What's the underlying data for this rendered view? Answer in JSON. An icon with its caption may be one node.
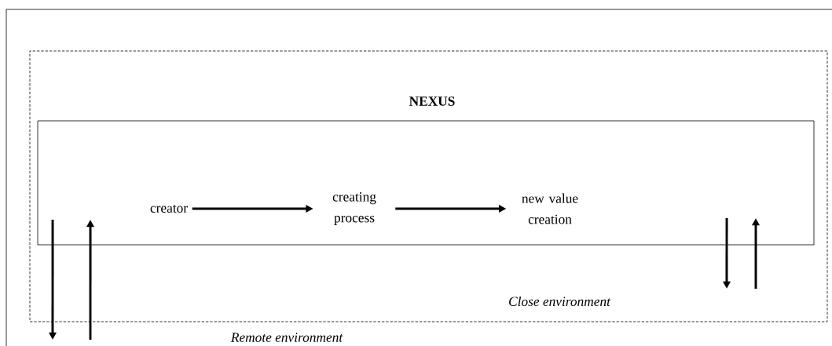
{
  "diagram": {
    "nodes": [
      {
        "text": [
          "Remote environment"
        ]
      },
      {
        "text": [
          "Close environment"
        ],
        "in": 0
      },
      {
        "text": [
          "NEXUS"
        ],
        "in": 1
      },
      {
        "text": [
          "creator"
        ],
        "in": 2
      },
      {
        "text": [
          "creating process"
        ],
        "in": 2
      },
      {
        "text": [
          "new value creation"
        ],
        "in": 2
      }
    ],
    "edges": [
      {
        "from": 3,
        "to": 4,
        "arrow": "to"
      },
      {
        "from": 4,
        "to": 5,
        "arrow": "to"
      },
      {
        "from": 2,
        "to": 0,
        "arrow": "to"
      },
      {
        "from": 0,
        "to": 2,
        "arrow": "to"
      },
      {
        "from": 2,
        "to": 1,
        "arrow": "to"
      },
      {
        "from": 1,
        "to": 2,
        "arrow": "to"
      }
    ]
  }
}
